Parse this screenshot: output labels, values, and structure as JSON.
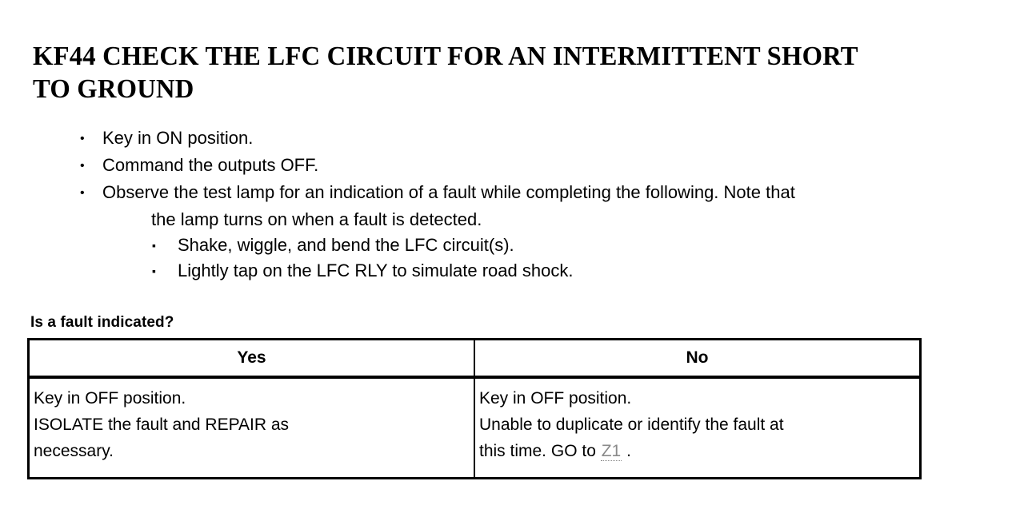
{
  "document": {
    "title": "KF44 CHECK THE LFC CIRCUIT FOR AN INTERMITTENT SHORT TO GROUND",
    "procedure": {
      "bullet_glyph": "•",
      "subbullet_glyph": "▪",
      "items": [
        {
          "text": "Key in ON position.",
          "wrap": "",
          "subitems": []
        },
        {
          "text": "Command the outputs OFF.",
          "wrap": "",
          "subitems": []
        },
        {
          "text": "Observe the test lamp for an indication of a fault while completing the following. Note that",
          "wrap": "the lamp turns on when a fault is detected.",
          "subitems": [
            "Shake, wiggle, and bend the LFC circuit(s).",
            "Lightly tap on the LFC RLY to simulate road shock."
          ]
        }
      ]
    },
    "question": "Is a fault indicated?",
    "decision_table": {
      "headers": [
        "Yes",
        "No"
      ],
      "cells": {
        "yes": [
          "Key in OFF position.",
          "ISOLATE the fault and REPAIR as",
          "necessary."
        ],
        "no": [
          "Key in OFF position.",
          "Unable to duplicate or identify the fault at",
          "this time. GO to "
        ],
        "no_xref": "Z1",
        "no_tail": " ."
      }
    }
  }
}
